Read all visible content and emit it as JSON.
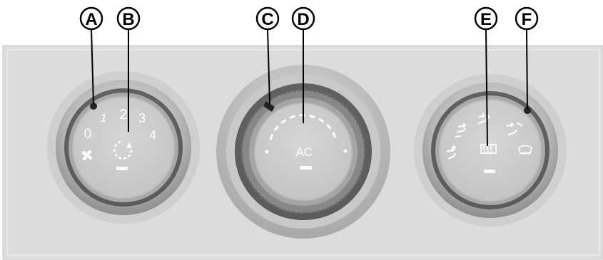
{
  "callouts": [
    {
      "id": "A",
      "label": "A"
    },
    {
      "id": "B",
      "label": "B"
    },
    {
      "id": "C",
      "label": "C"
    },
    {
      "id": "D",
      "label": "D"
    },
    {
      "id": "E",
      "label": "E"
    },
    {
      "id": "F",
      "label": "F"
    }
  ],
  "fan_dial": {
    "speed_labels": [
      "0",
      "1",
      "2",
      "3",
      "4"
    ],
    "fan_icon": "fan-icon",
    "recirculation_icon": "recirculation-icon"
  },
  "temp_dial": {
    "center_label": "AC"
  },
  "distribution_dial": {
    "icons": [
      "vent-face-icon",
      "vent-face-feet-icon",
      "vent-feet-icon",
      "vent-feet-windscreen-icon",
      "rear-demist-icon",
      "windscreen-demist-icon"
    ]
  },
  "colors": {
    "panel": "#dcdcdc",
    "dial_face": "#d0d0d0",
    "dial_outer": "#9a9a9a",
    "symbol": "#ffffff",
    "callout": "#000000"
  }
}
